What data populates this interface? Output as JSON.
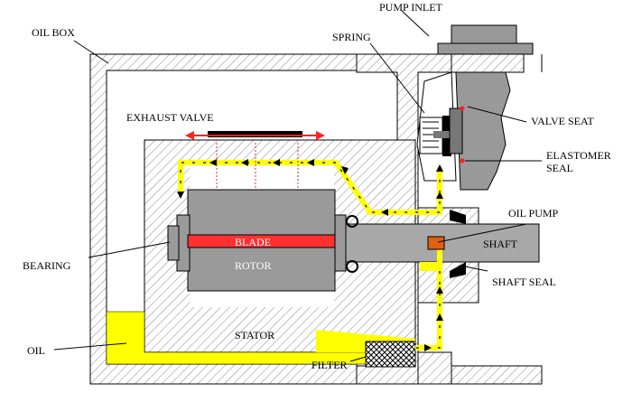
{
  "diagram": {
    "labels": {
      "pump_inlet": "PUMP INLET",
      "oil_box": "OIL BOX",
      "spring": "SPRING",
      "exhaust_valve": "EXHAUST VALVE",
      "valve_seat": "VALVE SEAT",
      "elastomer_seal_1": "ELASTOMER",
      "elastomer_seal_2": "SEAL",
      "oil_pump": "OIL PUMP",
      "shaft": "SHAFT",
      "blade": "BLADE",
      "rotor": "ROTOR",
      "bearing": "BEARING",
      "shaft_seal": "SHAFT SEAL",
      "stator": "STATOR",
      "oil": "OIL",
      "filter": "FILTER"
    },
    "colors": {
      "oil": "#ffff00",
      "blade": "#ff3030",
      "rotor": "#9a9a9a",
      "shaft": "#a8a8a8",
      "oil_pump": "#e06010",
      "flow_arrow": "#000000",
      "exhaust_arrow": "#ff2020",
      "valve_seat_dot": "#ff2020"
    }
  }
}
